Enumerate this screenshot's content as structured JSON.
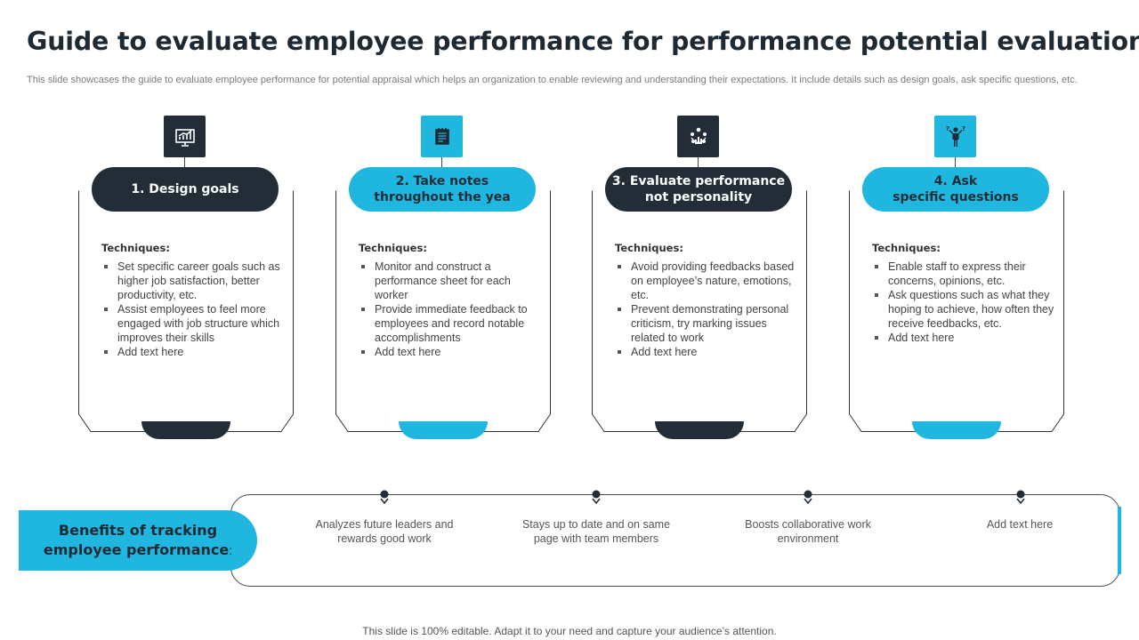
{
  "title": "Guide to evaluate employee performance for performance potential evaluation",
  "subtitle": "This slide showcases the guide to evaluate employee performance for potential appraisal which helps an organization to enable reviewing and understanding their expectations. It include details such as design goals, ask specific questions, etc.",
  "steps": [
    {
      "label_line1": "1. Design goals",
      "label_line2": "",
      "theme": "dark",
      "icon": "chart-presentation-icon",
      "techniques_label": "Techniques:",
      "bullets": [
        "Set specific career goals such as higher job satisfaction, better productivity, etc.",
        "Assist employees to feel more engaged with job structure which improves their skills",
        "Add text here"
      ]
    },
    {
      "label_line1": "2. Take notes",
      "label_line2": "throughout the yea",
      "theme": "blue",
      "icon": "notes-icon",
      "techniques_label": "Techniques:",
      "bullets": [
        "Monitor and construct a performance sheet for each worker",
        "Provide immediate feedback to employees and record notable accomplishments",
        "Add text here"
      ]
    },
    {
      "label_line1": "3. Evaluate performance",
      "label_line2": "not personality",
      "theme": "dark",
      "icon": "team-performance-icon",
      "techniques_label": "Techniques:",
      "bullets": [
        "Avoid providing feedbacks based on employee’s nature, emotions, etc.",
        "Prevent demonstrating personal criticism, try marking issues related to work",
        "Add text here"
      ]
    },
    {
      "label_line1": "4. Ask",
      "label_line2": "specific questions",
      "theme": "blue",
      "icon": "person-questions-icon",
      "techniques_label": "Techniques:",
      "bullets": [
        "Enable staff to express their concerns, opinions, etc.",
        "Ask questions such as what they hoping to achieve, how often they receive feedbacks, etc.",
        "Add text here"
      ]
    }
  ],
  "benefits": {
    "label_line1": "Benefits of tracking",
    "label_line2": "employee performance",
    "label_suffix": ":",
    "items": [
      "Analyzes future leaders and rewards good work",
      "Stays up to date and on same page with team members",
      "Boosts collaborative work environment",
      "Add text here"
    ]
  },
  "footer": "This slide is 100% editable. Adapt it to your need and capture your audience’s attention.",
  "colors": {
    "dark": "#222d38",
    "blue": "#1fb6e0"
  }
}
